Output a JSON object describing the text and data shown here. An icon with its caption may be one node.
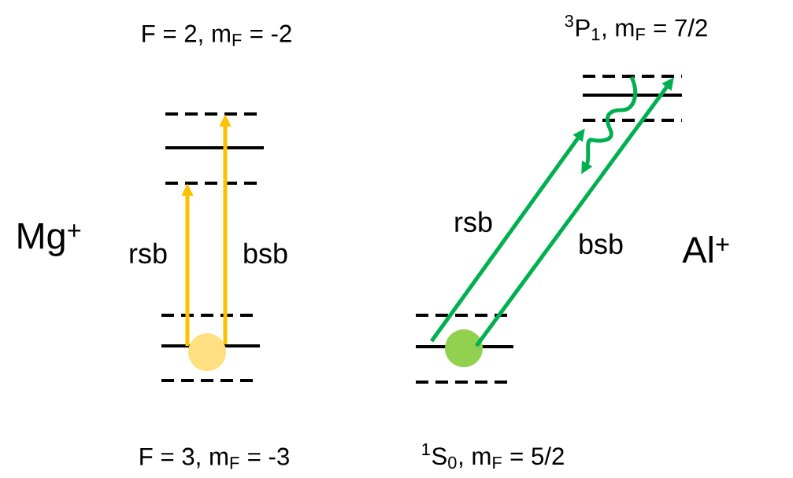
{
  "diagram": {
    "nodes": [
      {
        "text": [],
        "shape": "dashed-line"
      },
      {
        "text": [],
        "shape": "line"
      },
      {
        "text": [],
        "shape": "dashed-line"
      },
      {
        "text": [],
        "shape": "dashed-line"
      },
      {
        "text": [],
        "shape": "line"
      },
      {
        "text": [],
        "shape": "dashed-line"
      },
      {
        "text": [],
        "shape": "circle"
      },
      {
        "text": [],
        "shape": "dashed-line"
      },
      {
        "text": [],
        "shape": "line"
      },
      {
        "text": [],
        "shape": "dashed-line"
      },
      {
        "text": [],
        "shape": "dashed-line"
      },
      {
        "text": [],
        "shape": "line"
      },
      {
        "text": [],
        "shape": "dashed-line"
      },
      {
        "text": [],
        "shape": "circle"
      }
    ],
    "edges": [
      {
        "from": 4,
        "to": 2,
        "arrow": "to",
        "label": "rsb",
        "color": "#ffc000"
      },
      {
        "from": 4,
        "to": 0,
        "arrow": "to",
        "label": "bsb",
        "color": "#ffc000"
      },
      {
        "from": 11,
        "to": 9,
        "arrow": "to",
        "label": "rsb"
      },
      {
        "from": 11,
        "to": 7,
        "arrow": "to",
        "label": "bsb"
      },
      {
        "from": 7,
        "to": null,
        "arrow": "to"
      }
    ],
    "labels": [
      "$^{3}$P$_{1}$, m$_{F}$ = 7/2",
      "F = 2, m$_{F}$ = -2",
      "Mg$^{+}$",
      "Al$^{+}$",
      "F = 3, m$_{F}$ = -3",
      "$^{1}$S$_{0}$, m$_{F}$ = 5/2"
    ]
  }
}
